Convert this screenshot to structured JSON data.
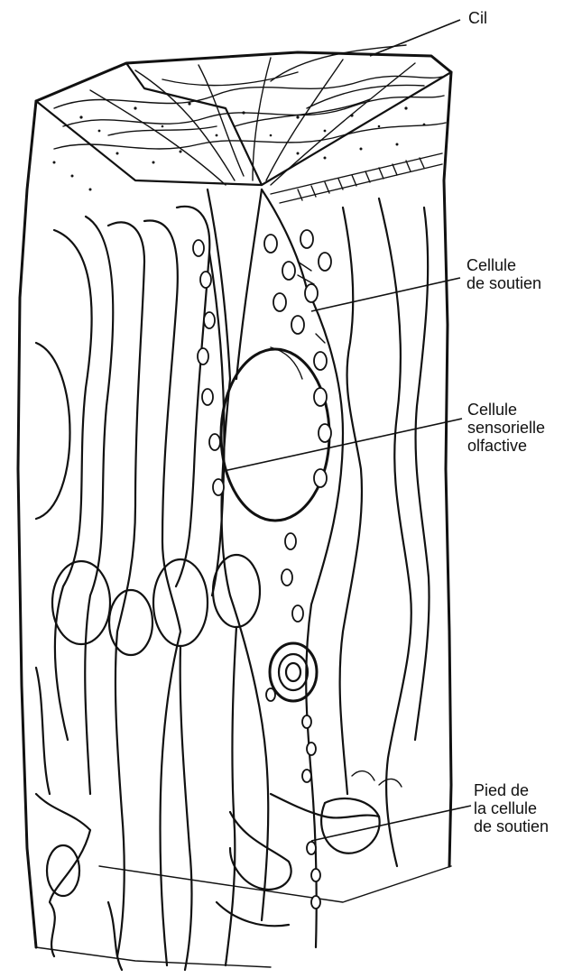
{
  "labels": {
    "cil": "Cil",
    "cellule_soutien": "Cellule\nde soutien",
    "cellule_sensorielle": "Cellule\nsensorielle\nolfactive",
    "pied_cellule_soutien": "Pied de\nla cellule\nde soutien"
  },
  "colors": {
    "ink": "#111111",
    "background": "#ffffff"
  }
}
